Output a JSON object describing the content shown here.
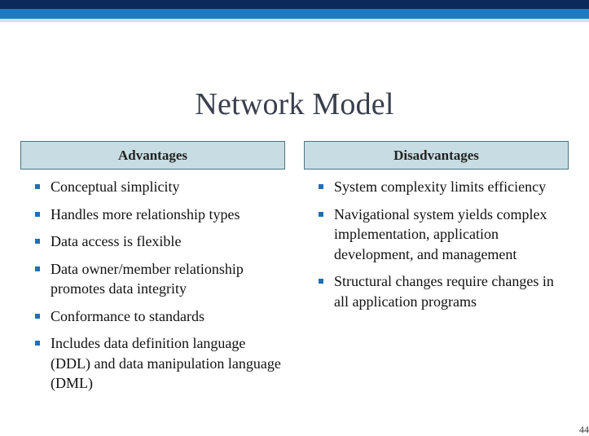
{
  "slide": {
    "title": "Network Model",
    "page_number": "44"
  },
  "advantages": {
    "header": "Advantages",
    "items": [
      "Conceptual simplicity",
      "Handles more relationship types",
      "Data access is flexible",
      "Data owner/member relationship promotes data integrity",
      "Conformance to standards",
      "Includes data definition language (DDL) and data manipulation language (DML)"
    ]
  },
  "disadvantages": {
    "header": "Disadvantages",
    "items": [
      "System complexity limits efficiency",
      "Navigational system yields complex implementation, application development, and management",
      "Structural changes require changes in all application programs"
    ]
  },
  "colors": {
    "top_bar_dark": "#0b2a5b",
    "top_bar_blue": "#1f7ac4",
    "header_fill": "#c8dde3",
    "bullet": "#1f6fb8"
  }
}
